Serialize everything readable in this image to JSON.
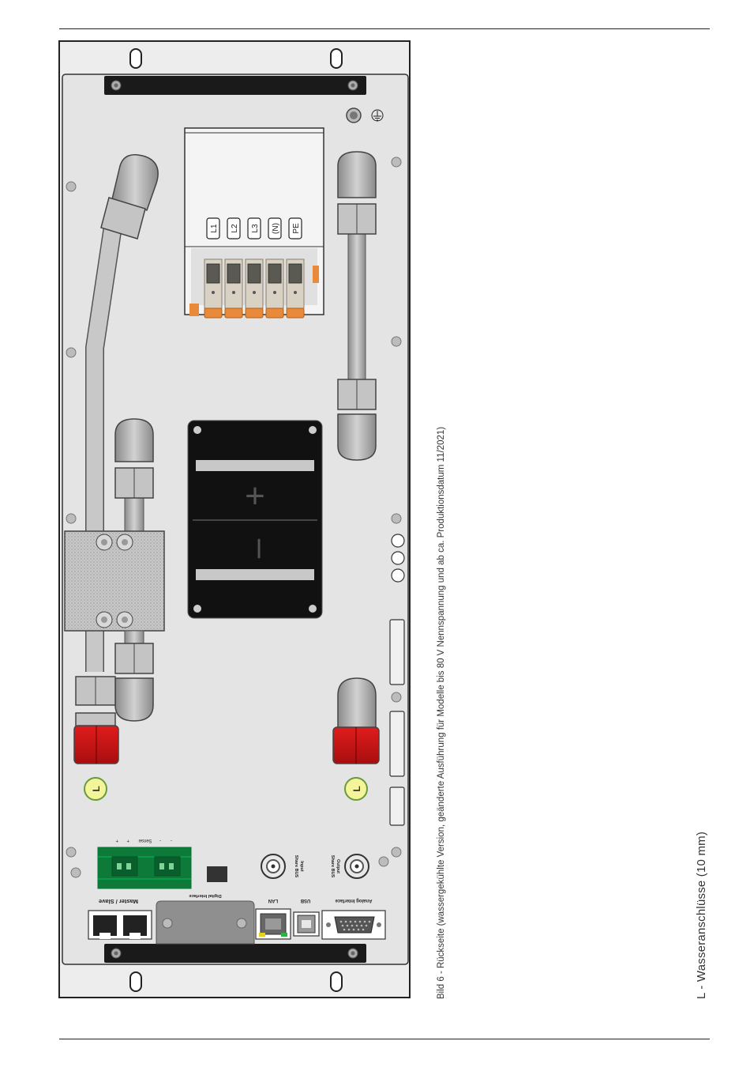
{
  "caption": "Bild 6 - Rückseite (wassergekühlte Version, geänderte Ausführung für Modelle bis 80 V Nennspannung und ab ca. Produktionsdatum 11/2021)",
  "legend": "L - Wasseranschlüsse (10 mm)",
  "figure": {
    "terminals": [
      "L1",
      "L2",
      "L3",
      "(N)",
      "PE"
    ],
    "dc_plus": "+",
    "dc_minus": "–",
    "water_marker": "L",
    "port_master_slave": "Master / Slave",
    "port_digital_interface": "Digital Interface",
    "port_sense": "Sense",
    "sense_pins": [
      "+",
      "+",
      "-",
      "-"
    ],
    "port_lan": "LAN",
    "port_usb": "USB",
    "port_analog": "Analog Interface",
    "share_bus_input": [
      "Share BUS",
      "Input"
    ],
    "share_bus_output": [
      "Share BUS",
      "Output"
    ]
  }
}
